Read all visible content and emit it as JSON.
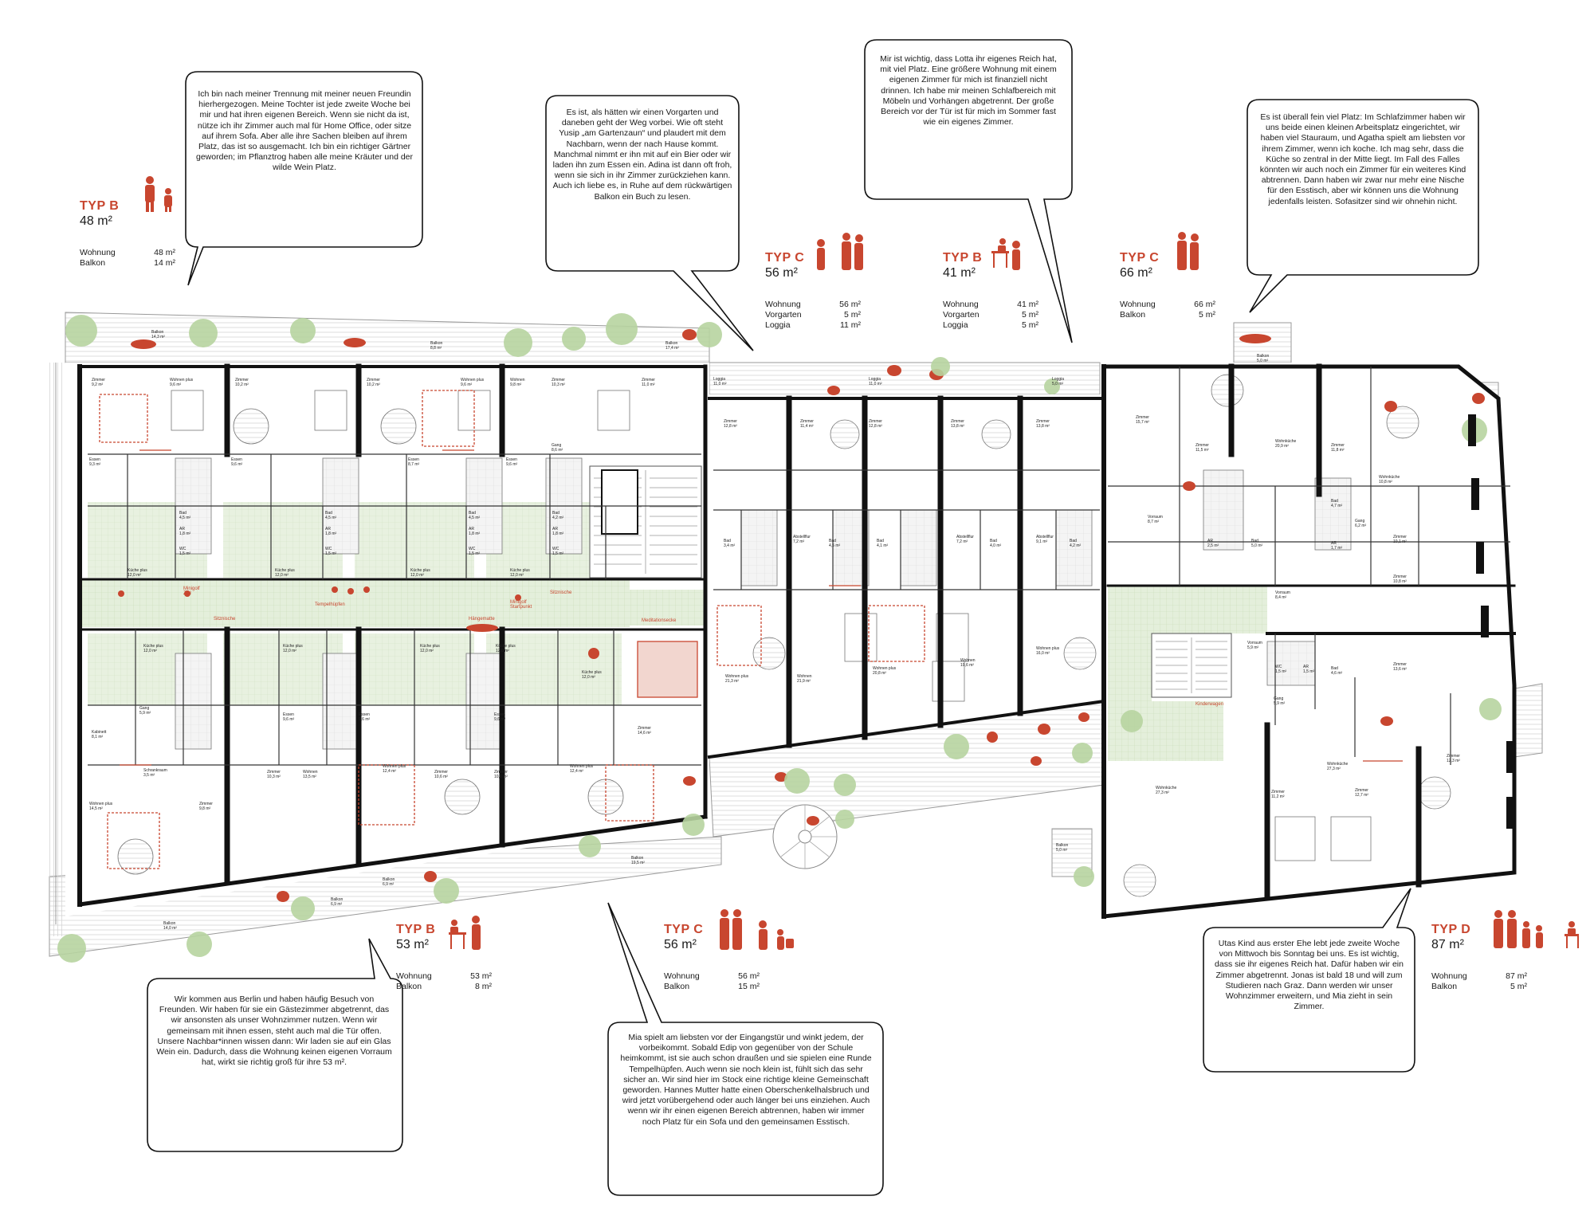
{
  "bubbles": [
    {
      "id": "b48",
      "text": "Ich bin nach meiner Trennung mit meiner neuen Freundin hierhergezogen. Meine Tochter ist jede zweite Woche bei mir und hat ihren eigenen Bereich. Wenn sie nicht da ist, nütze ich ihr Zimmer auch mal für Home Office, oder sitze auf ihrem Sofa. Aber alle ihre Sachen bleiben auf ihrem Platz, das ist so ausgemacht. Ich bin ein richtiger Gärtner geworden; im Pflanztrog haben alle meine Kräuter und der wilde Wein Platz."
    },
    {
      "id": "b56a",
      "text": "Es ist, als hätten wir einen Vorgarten und daneben geht der Weg vorbei. Wie oft steht Yusip „am Gartenzaun“ und plaudert mit dem Nachbarn, wenn der nach Hause kommt. Manchmal nimmt er ihn mit auf ein Bier oder wir laden ihn zum Essen ein. Adina ist dann oft froh, wenn sie sich in ihr Zimmer zurückziehen kann. Auch ich liebe es, in Ruhe auf dem rückwärtigen Balkon ein Buch zu lesen."
    },
    {
      "id": "b41",
      "text": "Mir ist wichtig, dass Lotta ihr eigenes Reich hat, mit viel Platz. Eine größere Wohnung mit einem eigenen Zimmer für mich ist finanziell nicht drinnen. Ich habe mir meinen Schlafbereich mit Möbeln und Vorhängen abgetrennt. Der große Bereich vor der Tür ist für mich im Sommer fast wie ein eigenes Zimmer."
    },
    {
      "id": "b66",
      "text": "Es ist überall fein viel Platz: Im Schlafzimmer haben wir uns beide einen kleinen Arbeitsplatz eingerichtet, wir haben viel Stauraum, und Agatha spielt am liebsten vor ihrem Zimmer, wenn ich koche. Ich mag sehr, dass die Küche so zentral in der Mitte liegt. Im Fall des Falles könnten wir auch noch ein Zimmer für ein weiteres Kind abtrennen.  Dann haben wir zwar nur mehr eine Nische für den Esstisch, aber wir können uns die Wohnung jedenfalls leisten. Sofasitzer sind wir ohnehin  nicht."
    },
    {
      "id": "b53",
      "text": "Wir kommen aus Berlin und haben häufig Besuch von Freunden. Wir haben für sie ein Gästezimmer abgetrennt, das wir ansonsten als unser Wohnzimmer nutzen.  Wenn wir gemeinsam mit ihnen essen, steht auch mal die Tür offen. Unsere Nachbar*innen wissen dann: Wir laden sie auf ein Glas Wein ein. Dadurch, dass die Wohnung keinen eigenen Vorraum hat, wirkt sie richtig groß für ihre 53 m²."
    },
    {
      "id": "b56b",
      "text": "Mia spielt am liebsten vor der Eingangstür und winkt jedem, der vorbeikommt. Sobald Edip von gegenüber von der Schule heimkommt, ist sie auch schon draußen und sie spielen eine Runde Tempelhüpfen. Auch wenn sie noch klein ist, fühlt sich das sehr sicher an. Wir sind hier im Stock eine richtige kleine Gemeinschaft geworden. Hannes Mutter hatte einen Oberschenkelhalsbruch und wird jetzt vorübergehend oder auch länger bei uns einziehen. Auch wenn wir ihr einen eigenen Bereich abtrennen, haben wir immer noch Platz für ein Sofa und den gemeinsamen Esstisch."
    },
    {
      "id": "b87",
      "text": "Utas Kind aus erster Ehe lebt jede zweite Woche von Mittwoch bis Sonntag bei uns. Es ist wichtig, dass sie ihr eigenes Reich hat. Dafür haben wir ein Zimmer abgetrennt. Jonas ist bald 18 und will zum Studieren nach Graz. Dann werden wir unser Wohnzimmer erweitern, und Mia zieht in sein Zimmer."
    }
  ],
  "types": [
    {
      "id": "t48",
      "code": "TYP B",
      "area": "48 m²",
      "rows": [
        [
          "Wohnung",
          "48 m²"
        ],
        [
          "Balkon",
          "14 m²"
        ]
      ]
    },
    {
      "id": "t56a",
      "code": "TYP C",
      "area": "56 m²",
      "rows": [
        [
          "Wohnung",
          "56 m²"
        ],
        [
          "Vorgarten",
          "5 m²"
        ],
        [
          "Loggia",
          "11 m²"
        ]
      ]
    },
    {
      "id": "t41",
      "code": "TYP B",
      "area": "41 m²",
      "rows": [
        [
          "Wohnung",
          "41 m²"
        ],
        [
          "Vorgarten",
          "5 m²"
        ],
        [
          "Loggia",
          "5 m²"
        ]
      ]
    },
    {
      "id": "t66",
      "code": "TYP C",
      "area": "66 m²",
      "rows": [
        [
          "Wohnung",
          "66 m²"
        ],
        [
          "Balkon",
          "5 m²"
        ]
      ]
    },
    {
      "id": "t53",
      "code": "TYP B",
      "area": "53 m²",
      "rows": [
        [
          "Wohnung",
          "53 m²"
        ],
        [
          "Balkon",
          "8 m²"
        ]
      ]
    },
    {
      "id": "t56b",
      "code": "TYP C",
      "area": "56 m²",
      "rows": [
        [
          "Wohnung",
          "56 m²"
        ],
        [
          "Balkon",
          "15 m²"
        ]
      ]
    },
    {
      "id": "t87",
      "code": "TYP D",
      "area": "87 m²",
      "rows": [
        [
          "Wohnung",
          "87 m²"
        ],
        [
          "Balkon",
          "5 m²"
        ]
      ]
    }
  ],
  "plan_labels": {
    "balkon_top_1": "Balkon\n14,3 m²",
    "balkon_top_2": "Balkon\n8,8 m²",
    "balkon_top_3": "Balkon\n17,4 m²",
    "loggia_1": "Loggia\n11,0 m²",
    "loggia_2": "Loggia\n11,0 m²",
    "loggia_3": "Loggia\n5,0 m²",
    "balkon_66": "Balkon\n5,0 m²",
    "balkon_bottom_1": "Balkon\n14,0 m²",
    "balkon_bottom_2": "Balkon\n6,9 m²",
    "balkon_bottom_3": "Balkon\n19,5 m²",
    "balkon_bottom_4": "Balkon\n6,9 m²",
    "balkon_87": "Balkon\n5,0 m²",
    "corridor_1": "Minigolf\nZiel",
    "corridor_2": "Sitznische",
    "corridor_3": "Tempelhüpfen",
    "corridor_4": "Hängematte",
    "corridor_5": "Minigolf\nStartpunkt",
    "corridor_6": "Sitznische",
    "corridor_7": "Meditationsecke",
    "corridor_8": "Kinderwagen",
    "rooms_top": [
      "Zimmer\n9,2 m²",
      "Wohnen plus\n9,6 m²",
      "Zimmer\n10,2 m²",
      "Zimmer\n10,2 m²",
      "Wohnen plus\n9,6 m²",
      "Wohnen\n9,8 m²",
      "Zimmer\n10,3 m²",
      "Zimmer\n11,0 m²"
    ],
    "rooms_mid_top": [
      "Essen\n9,3 m²",
      "Essen\n9,6 m²",
      "Essen\n8,7 m²",
      "Essen\n9,6 m²",
      "Gang\n8,6 m²"
    ],
    "rooms_mid": [
      "Bad\n4,5 m²",
      "AR\n1,8 m²",
      "WC\n1,5 m²",
      "Bad\n4,5 m²",
      "AR\n1,8 m²",
      "WC\n1,5 m²",
      "Bad\n4,5 m²",
      "AR\n1,8 m²",
      "WC\n1,5 m²",
      "Bad\n4,2 m²",
      "AR\n1,8 m²",
      "WC\n1,5 m²"
    ],
    "kitchens_top": [
      "Küche plus\n12,0 m²",
      "Küche plus\n12,0 m²",
      "Küche plus\n12,0 m²",
      "Küche plus\n12,0 m²"
    ],
    "rooms_c": [
      "Zimmer\n12,8 m²",
      "Zimmer\n11,4 m²",
      "Zimmer\n12,8 m²",
      "Zimmer\n13,8 m²",
      "Zimmer\n13,8 m²"
    ],
    "rooms_c_mid": [
      "Bad\n3,4 m²",
      "Abstellflur\n7,2 m²",
      "Bad\n4,5 m²",
      "Bad\n4,1 m²",
      "Abstellflur\n7,2 m²",
      "Bad\n4,0 m²",
      "Abstellflur\n9,1 m²",
      "Bad\n4,2 m²"
    ],
    "rooms_c_low": [
      "Wohnen plus\n21,3 m²",
      "Wohnen\n21,9 m²",
      "Wohnen plus\n20,8 m²",
      "Wohnen\n19,6 m²",
      "Wohnen plus\n16,0 m²"
    ],
    "rooms_66": [
      "Zimmer\n15,7 m²",
      "Zimmer\n11,5 m²",
      "Vorraum\n8,7 m²",
      "AR\n2,5 m²",
      "Bad\n5,0 m²",
      "Wohnküche\n20,9 m²"
    ],
    "rooms_87": [
      "Zimmer\n11,8 m²",
      "Wohnküche\n10,8 m²",
      "Bad\n4,7 m²",
      "AR\n1,7 m²",
      "Gang\n6,2 m²",
      "Zimmer\n10,1 m²",
      "Zimmer\n10,8 m²",
      "Vorraum\n8,4 m²",
      "Vorraum\n5,9 m²",
      "WC\n1,5 m²",
      "AR\n1,5 m²",
      "Bad\n4,6 m²",
      "Zimmer\n13,6 m²",
      "Gang\n5,9 m²",
      "Wohnküche\n27,3 m²",
      "Zimmer\n11,2 m²",
      "Wohnküche\n27,3 m²",
      "Zimmer\n12,7 m²",
      "Zimmer\n12,3 m²"
    ],
    "rooms_bottom": [
      "Küche plus\n12,0 m²",
      "Küche plus\n12,0 m²",
      "Küche plus\n12,0 m²",
      "Küche plus\n12,0 m²",
      "Küche plus\n12,0 m²",
      "Gang\n5,9 m²",
      "Kabinett\n8,1 m²",
      "Essen\n9,6 m²",
      "Essen\n9,6 m²",
      "Essen\n9,6 m²",
      "Schrankraum\n3,5 m²",
      "Zimmer\n10,3 m²",
      "Wohnen\n13,5 m²",
      "Wohnen plus\n12,4 m²",
      "Zimmer\n10,6 m²",
      "Zimmer\n10,6 m²",
      "Wohnen plus\n12,4 m²",
      "Zimmer\n14,6 m²",
      "Wohnen plus\n14,5 m²",
      "Zimmer\n9,8 m²"
    ]
  },
  "colors": {
    "accent": "#c8462f",
    "green": "#dbe9cf",
    "trees": "#b7d4a0",
    "wall": "#111111"
  }
}
